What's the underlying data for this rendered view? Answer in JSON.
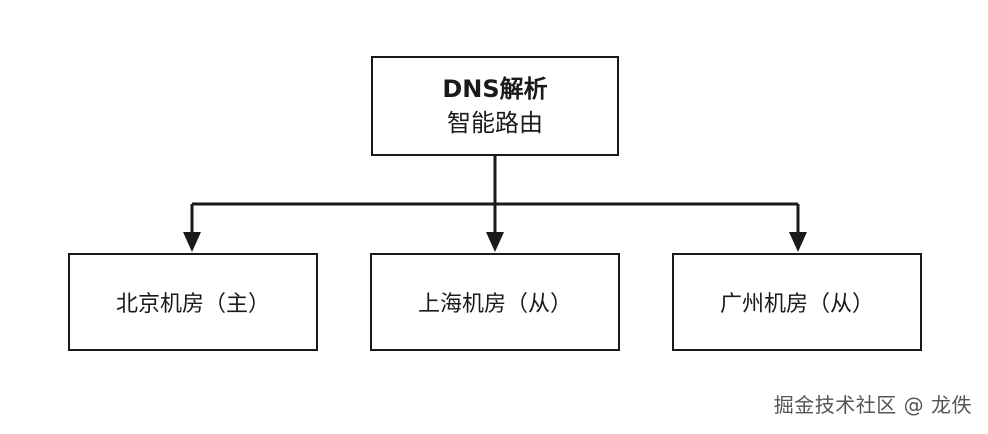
{
  "diagram": {
    "root": {
      "line1": "DNS解析",
      "line2": "智能路由"
    },
    "children": [
      {
        "label": "北京机房（主）"
      },
      {
        "label": "上海机房（从）"
      },
      {
        "label": "广州机房（从）"
      }
    ],
    "colors": {
      "stroke": "#1a1a1a",
      "background": "#ffffff"
    }
  },
  "watermark": "掘金技术社区 @ 龙佚"
}
